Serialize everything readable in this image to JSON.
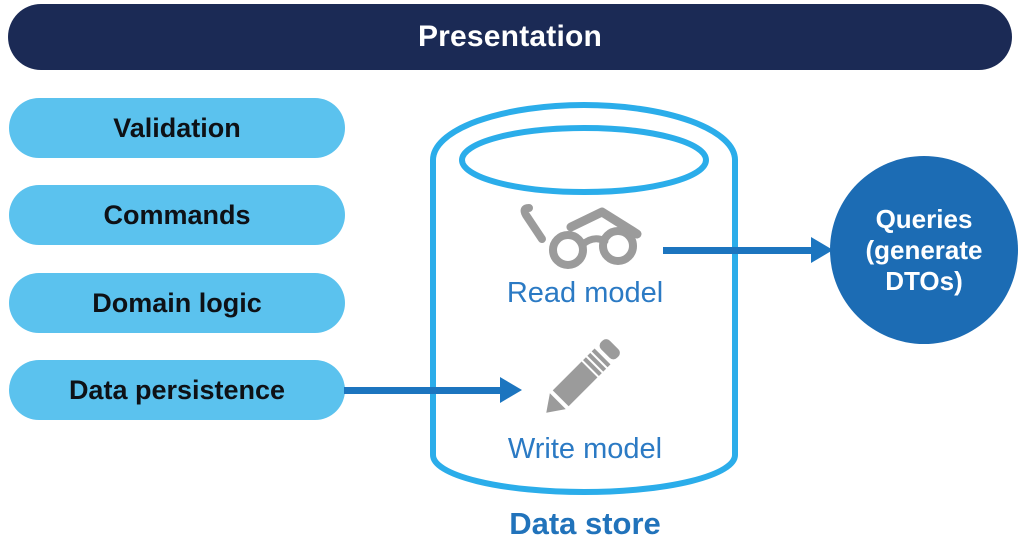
{
  "header": {
    "title": "Presentation"
  },
  "layers": {
    "items": [
      {
        "label": "Validation"
      },
      {
        "label": "Commands"
      },
      {
        "label": "Domain logic"
      },
      {
        "label": "Data persistence"
      }
    ]
  },
  "datastore": {
    "label": "Data store",
    "read_model_label": "Read model",
    "write_model_label": "Write model",
    "read_icon": "glasses-icon",
    "write_icon": "pencil-icon"
  },
  "queries_node": {
    "line1": "Queries",
    "line2": "(generate",
    "line3": "DTOs)"
  },
  "arrows": [
    {
      "name": "write-arrow",
      "from": "Data persistence",
      "to": "Write model"
    },
    {
      "name": "read-arrow",
      "from": "Read model",
      "to": "Queries (generate DTOs)"
    }
  ],
  "colors": {
    "navy": "#1b2a55",
    "pill-blue": "#5bc2ee",
    "pill-text": "#0e1116",
    "cylinder-blue": "#2badea",
    "arrow-blue": "#1c75bf",
    "circle-blue": "#1c6cb4",
    "model-label-blue": "#2b7ac4",
    "datastore-label-blue": "#2173bb",
    "icon-gray": "#9b9b9b"
  }
}
